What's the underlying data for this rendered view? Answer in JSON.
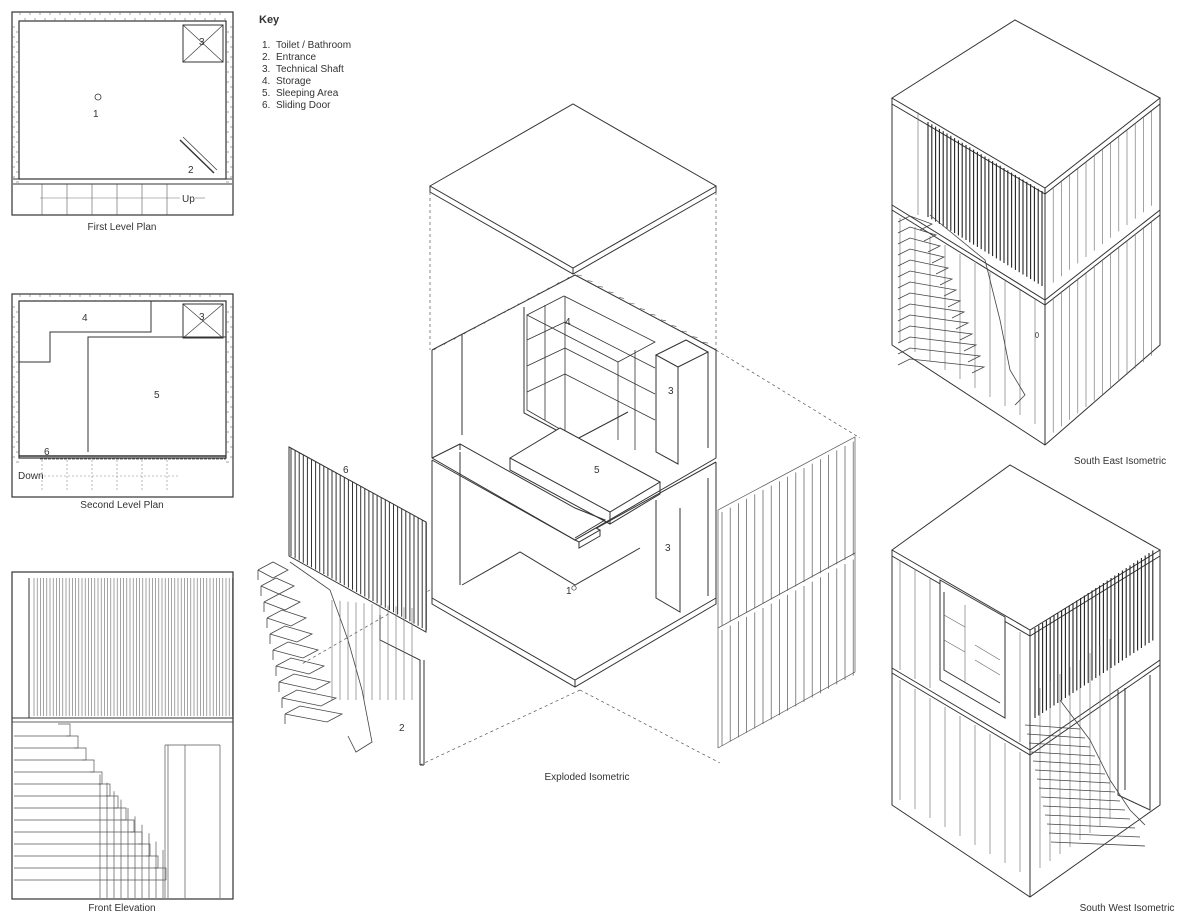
{
  "key": {
    "title": "Key",
    "items": [
      {
        "num": "1.",
        "label": "Toilet / Bathroom"
      },
      {
        "num": "2.",
        "label": "Entrance"
      },
      {
        "num": "3.",
        "label": "Technical Shaft"
      },
      {
        "num": "4.",
        "label": "Storage"
      },
      {
        "num": "5.",
        "label": "Sleeping Area"
      },
      {
        "num": "6.",
        "label": "Sliding Door"
      }
    ]
  },
  "drawings": {
    "first_level_plan": "First Level Plan",
    "second_level_plan": "Second Level Plan",
    "front_elevation": "Front Elevation",
    "exploded_isometric": "Exploded Isometric",
    "south_east_isometric": "South East Isometric",
    "south_west_isometric": "South West Isometric"
  },
  "plan_labels": {
    "up": "Up",
    "down": "Down",
    "n1": "1",
    "n2": "2",
    "n3": "3",
    "n4": "4",
    "n5": "5",
    "n6": "6"
  }
}
